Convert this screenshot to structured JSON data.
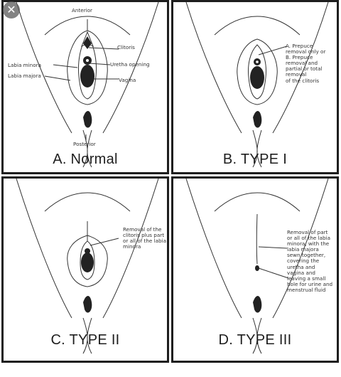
{
  "close_icon": "close-icon",
  "panels": {
    "a": {
      "caption": "A. Normal",
      "anterior": "Anterior",
      "posterior": "Posterior",
      "clitoris": "Clitoris",
      "urethra": "Uretha opening",
      "vagina": "Vagina",
      "labia_minora": "Labia minora",
      "labia_majora": "Labia majora"
    },
    "b": {
      "caption": "B. TYPE I",
      "note": "A. Prepuce\nremoval only or\nB. Prepuce\nremoval and\npartial or total\nremoval\nof the clitoris"
    },
    "c": {
      "caption": "C. TYPE II",
      "note": "Removal of the\nclitoris plus part\nor all of the labia\nminora"
    },
    "d": {
      "caption": "D. TYPE III",
      "note": "Removal of part\nor all of the labia\nminora, with the\nlabia majora\nsewn together,\ncovering the\nuretha and\nvagina and\nleaving a small\nhole for urine and\nmenstrual fluid"
    }
  }
}
